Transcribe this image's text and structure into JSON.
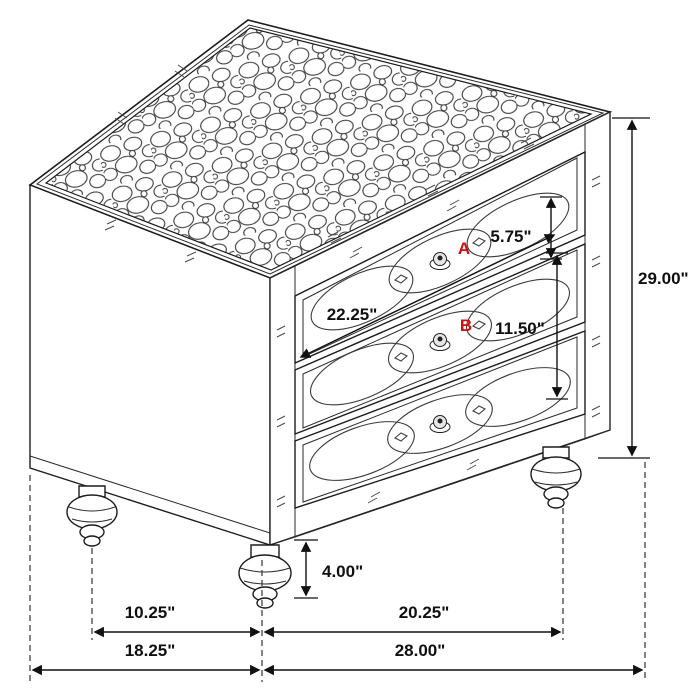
{
  "diagram": {
    "kind": "furniture-dimension-diagram",
    "markers": {
      "a": "A",
      "b": "B"
    },
    "dimensions": {
      "top_drawer_height": "5.75\"",
      "overall_height": "29.00\"",
      "drawer_width": "22.25\"",
      "lower_drawer_height": "11.50\"",
      "foot_height": "4.00\"",
      "base_depth_inner": "10.25\"",
      "base_width_inner": "20.25\"",
      "overall_depth": "18.25\"",
      "overall_width": "28.00\""
    },
    "colors": {
      "line": "#1c1c1c",
      "marker_red": "#cc1111",
      "background": "#ffffff"
    }
  }
}
